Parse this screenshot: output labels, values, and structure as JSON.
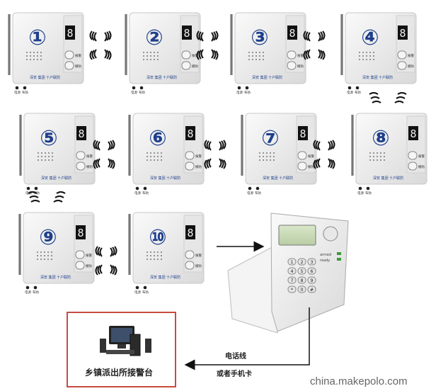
{
  "units": [
    {
      "num": "①",
      "digit": "8",
      "btn1": "报警",
      "btn2": "撤防",
      "brand": "深安 集团 十户联防",
      "led1": "电源",
      "led2": "布防"
    },
    {
      "num": "②",
      "digit": "8",
      "btn1": "报警",
      "btn2": "撤防",
      "brand": "深安 集团 十户联防",
      "led1": "电源",
      "led2": "布防"
    },
    {
      "num": "③",
      "digit": "8",
      "btn1": "报警",
      "btn2": "撤防",
      "brand": "深安 集团 十户联防",
      "led1": "电源",
      "led2": "布防"
    },
    {
      "num": "④",
      "digit": "8",
      "btn1": "报警",
      "btn2": "撤防",
      "brand": "深安 集团 十户联防",
      "led1": "电源",
      "led2": "布防"
    },
    {
      "num": "⑤",
      "digit": "8",
      "btn1": "报警",
      "btn2": "撤防",
      "brand": "深安 集团 十户联防",
      "led1": "电源",
      "led2": "布防"
    },
    {
      "num": "⑥",
      "digit": "8",
      "btn1": "报警",
      "btn2": "撤防",
      "brand": "深安 集团 十户联防",
      "led1": "电源",
      "led2": "布防"
    },
    {
      "num": "⑦",
      "digit": "8",
      "btn1": "报警",
      "btn2": "撤防",
      "brand": "深安 集团 十户联防",
      "led1": "电源",
      "led2": "布防"
    },
    {
      "num": "⑧",
      "digit": "8",
      "btn1": "报警",
      "btn2": "撤防",
      "brand": "深安 集团 十户联防",
      "led1": "电源",
      "led2": "布防"
    },
    {
      "num": "⑨",
      "digit": "8",
      "btn1": "报警",
      "btn2": "撤防",
      "brand": "深安 集团 十户联防",
      "led1": "电源",
      "led2": "布防"
    },
    {
      "num": "⑩",
      "digit": "8",
      "btn1": "报警",
      "btn2": "撤防",
      "brand": "深安 集团 十户联防",
      "led1": "电源",
      "led2": "布防"
    }
  ],
  "keypad": {
    "keys": [
      "1",
      "2",
      "3",
      "4",
      "5",
      "6",
      "7",
      "8",
      "9",
      "*",
      "0",
      "#"
    ],
    "status1": "armed",
    "status2": "ready"
  },
  "link": {
    "line1": "电话线",
    "line2": "或者手机卡"
  },
  "police_box": {
    "label": "乡镇派出所接警台"
  },
  "watermark": "china.makepolo.com",
  "colors": {
    "unit_body": "#f2f2f2",
    "unit_panel": "#dcdcdc",
    "number_blue": "#1e3f8c",
    "box_border": "#c0392b",
    "arrow": "#111111"
  },
  "icons": [
    "antenna-icon",
    "wireless-signal-icon",
    "computer-icon",
    "arrow-icon"
  ]
}
